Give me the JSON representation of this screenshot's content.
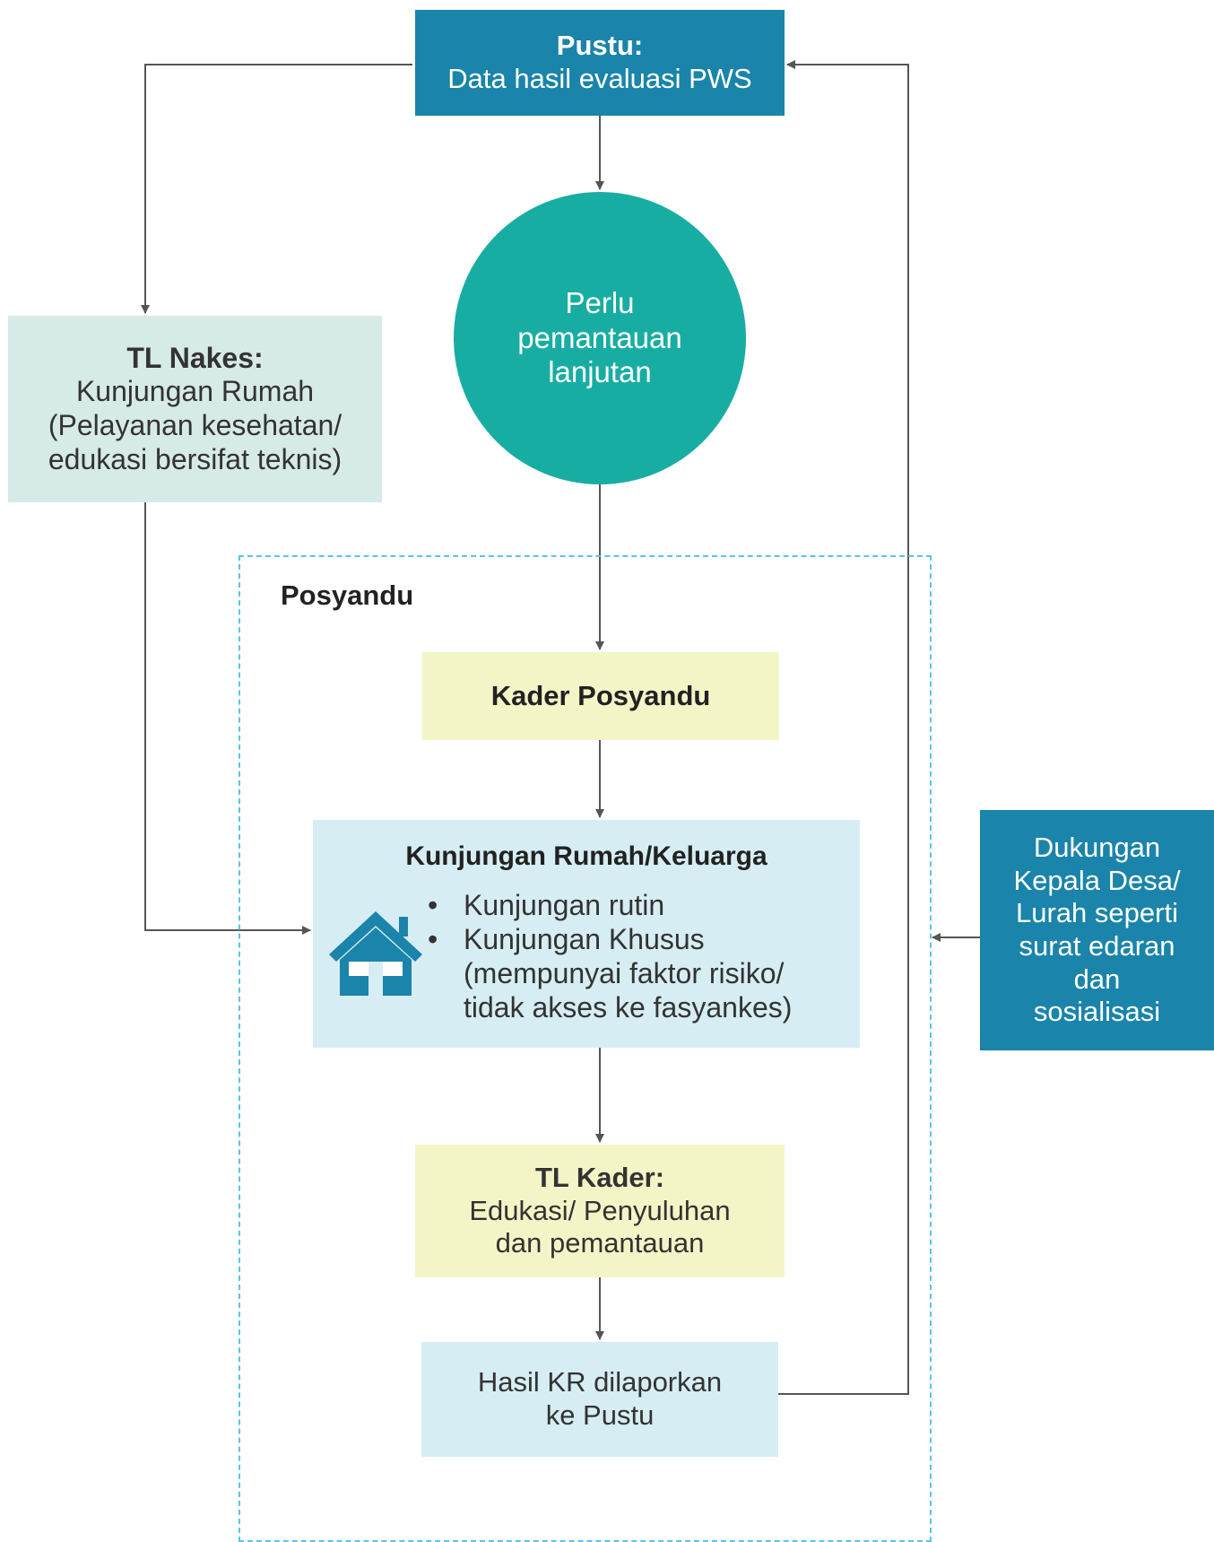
{
  "pustu": {
    "title": "Pustu:",
    "text": "Data hasil evaluasi PWS"
  },
  "perlu": {
    "lines": [
      "Perlu",
      "pemantauan",
      "lanjutan"
    ]
  },
  "tl_nakes": {
    "title": "TL Nakes:",
    "lines": [
      "Kunjungan Rumah",
      "(Pelayanan kesehatan/",
      "edukasi bersifat teknis)"
    ]
  },
  "posyandu": {
    "label": "Posyandu"
  },
  "kader_posyandu": {
    "label": "Kader Posyandu"
  },
  "kunjungan": {
    "title": "Kunjungan Rumah/Keluarga",
    "items": [
      "Kunjungan rutin",
      "Kunjungan Khusus"
    ],
    "item_detail": [
      "(mempunyai faktor risiko/",
      "tidak akses ke fasyankes)"
    ]
  },
  "tl_kader": {
    "title": "TL Kader:",
    "lines": [
      "Edukasi/ Penyuluhan",
      "dan pemantauan"
    ]
  },
  "hasil": {
    "lines": [
      "Hasil KR dilaporkan",
      "ke Pustu"
    ]
  },
  "dukungan": {
    "lines": [
      "Dukungan",
      "Kepala Desa/",
      "Lurah seperti",
      "surat edaran",
      "dan",
      "sosialisasi"
    ]
  },
  "icons": {
    "house": "house-icon"
  },
  "colors": {
    "dark_blue": "#1a84aa",
    "teal": "#18ada2",
    "light_teal": "#d6eae7",
    "light_yellow": "#f3f5c6",
    "light_blue": "#d6edf3",
    "dashed_border": "#5cc3e6",
    "connector": "#555555"
  }
}
